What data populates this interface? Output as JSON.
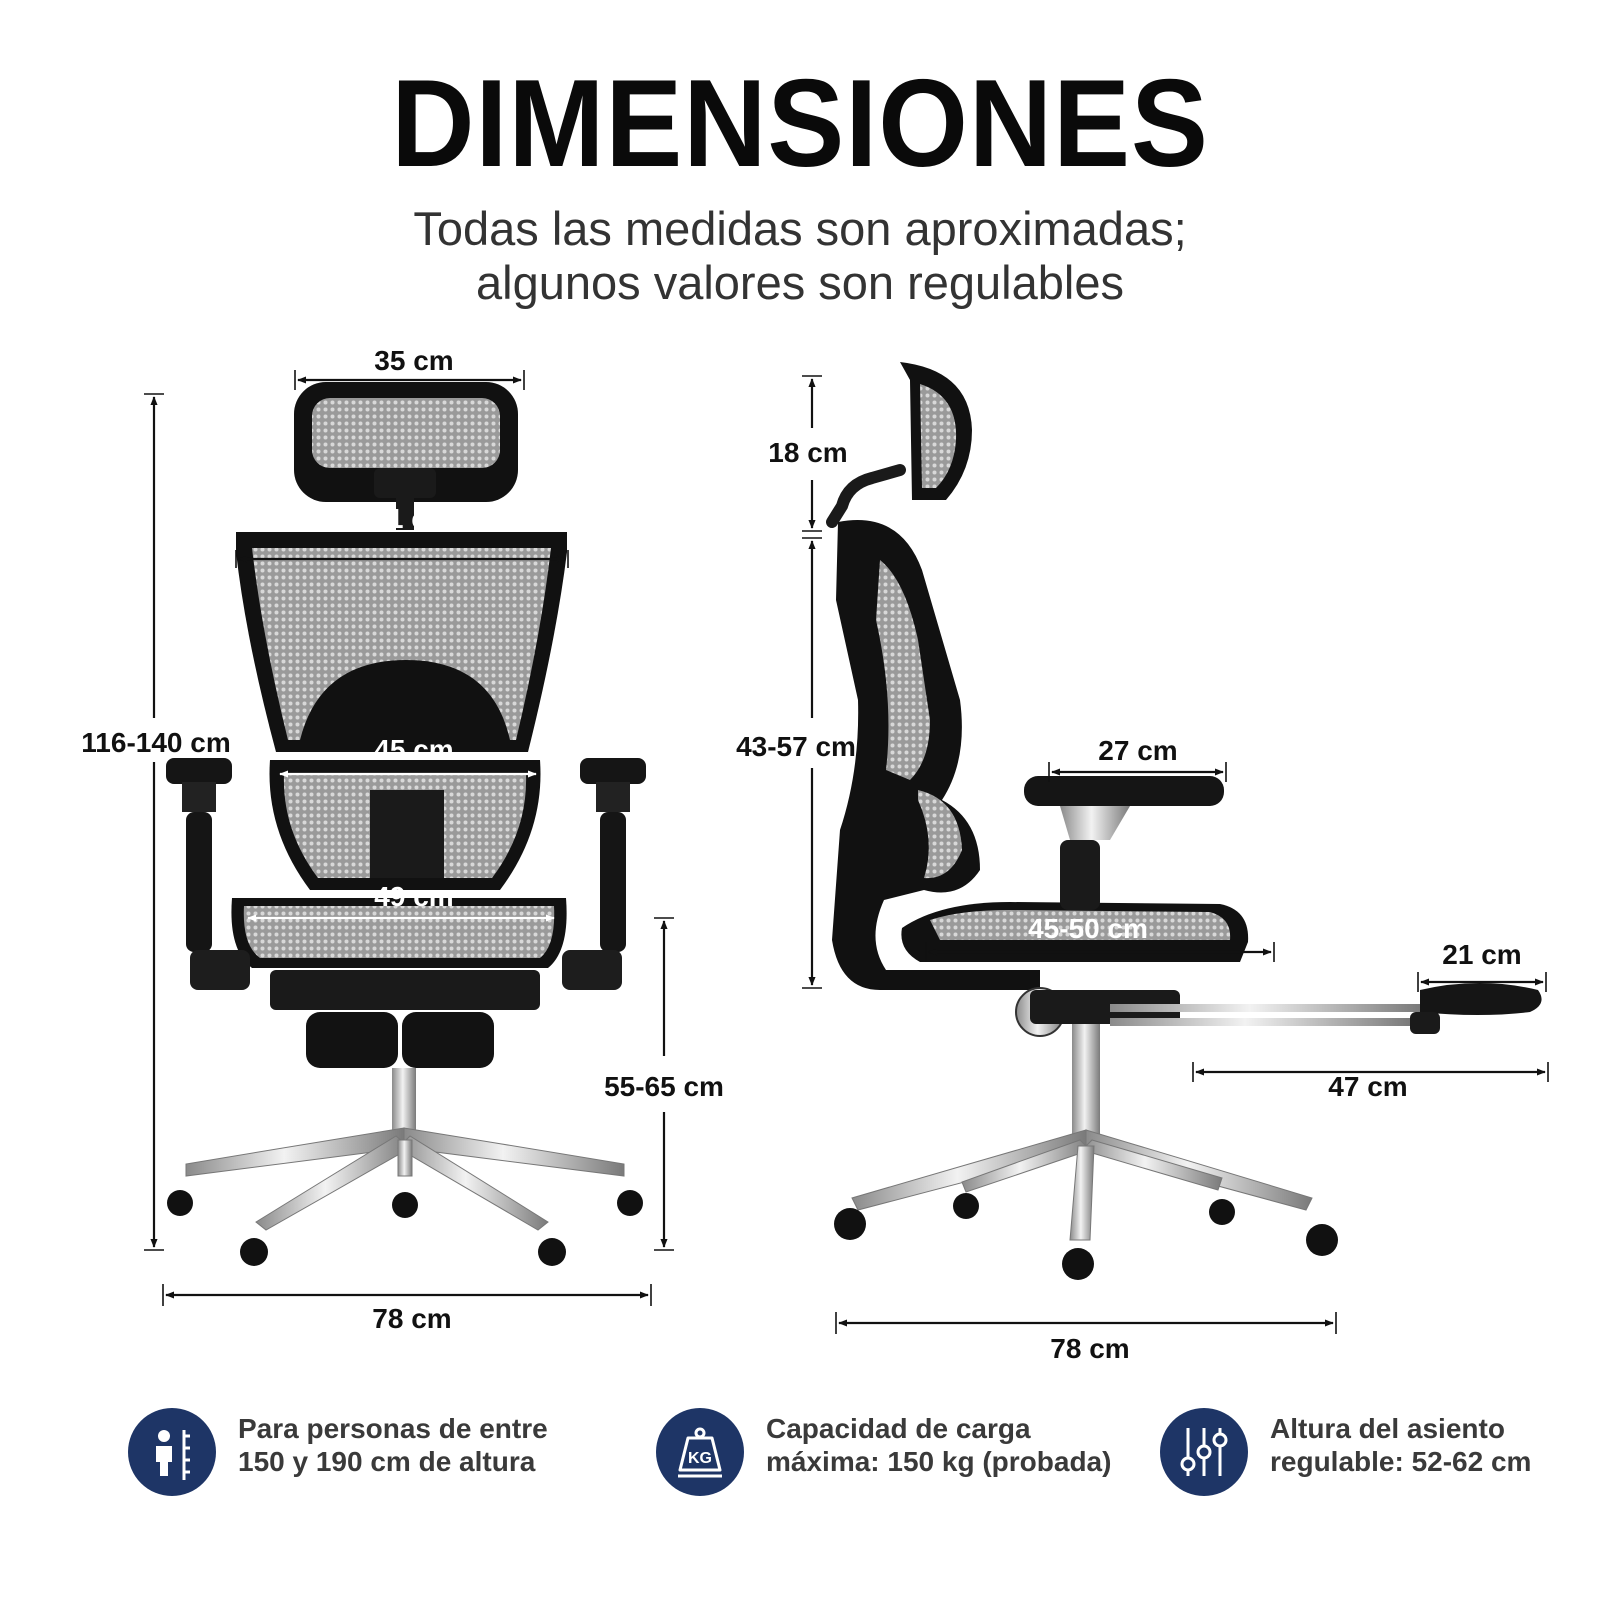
{
  "title": "DIMENSIONES",
  "subtitle": {
    "line1": "Todas las medidas son aproximadas;",
    "line2": "algunos valores son regulables"
  },
  "front_view": {
    "headrest_width": "35 cm",
    "backrest_width": "51 cm",
    "lumbar_width": "45 cm",
    "seat_width": "49 cm",
    "total_height": "116-140 cm",
    "seat_height": "55-65 cm",
    "base_width": "78 cm"
  },
  "side_view": {
    "headrest_adjust": "18 cm",
    "backrest_height": "43-57 cm",
    "armrest_length": "27 cm",
    "seat_depth": "45-50 cm",
    "footrest_width": "21 cm",
    "footrest_extension": "47 cm",
    "base_depth": "78 cm"
  },
  "features": [
    {
      "icon": "person-height-icon",
      "line1": "Para personas de entre",
      "line2": "150 y 190 cm de altura"
    },
    {
      "icon": "weight-kg-icon",
      "line1": "Capacidad de carga",
      "line2": "máxima: 150 kg (probada)"
    },
    {
      "icon": "sliders-icon",
      "line1": "Altura del asiento",
      "line2": "regulable: 52-62 cm"
    }
  ],
  "colors": {
    "icon_background": "#1e3566",
    "text_dark": "#111111",
    "text_muted": "#3a3a3a"
  }
}
